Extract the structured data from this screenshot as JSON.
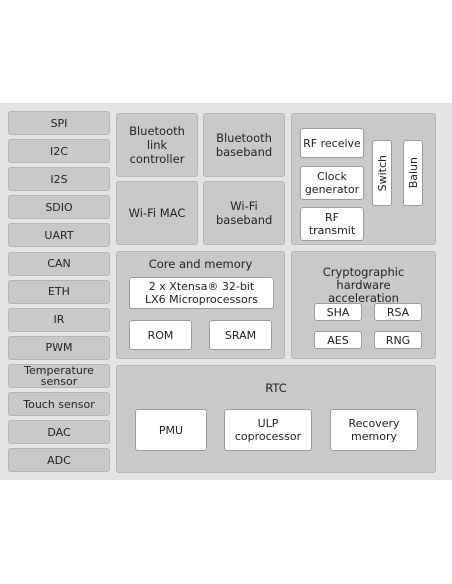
{
  "interfaces": [
    "SPI",
    "I2C",
    "I2S",
    "SDIO",
    "UART",
    "CAN",
    "ETH",
    "IR",
    "PWM",
    "Temperature sensor",
    "Touch sensor",
    "DAC",
    "ADC"
  ],
  "bluetooth": {
    "link_controller": "Bluetooth link controller",
    "baseband": "Bluetooth baseband"
  },
  "wifi": {
    "mac": "Wi-Fi MAC",
    "baseband": "Wi-Fi baseband"
  },
  "rf": {
    "receive": "RF receive",
    "clock": "Clock generator",
    "transmit": "RF transmit",
    "switch": "Switch",
    "balun": "Balun"
  },
  "core": {
    "title": "Core and memory",
    "cpu": "2 x Xtensa® 32-bit LX6 Microprocessors",
    "rom": "ROM",
    "sram": "SRAM"
  },
  "crypto": {
    "title": "Cryptographic hardware acceleration",
    "sha": "SHA",
    "rsa": "RSA",
    "aes": "AES",
    "rng": "RNG"
  },
  "rtc": {
    "title": "RTC",
    "pmu": "PMU",
    "ulp": "ULP coprocessor",
    "recovery": "Recovery memory"
  }
}
